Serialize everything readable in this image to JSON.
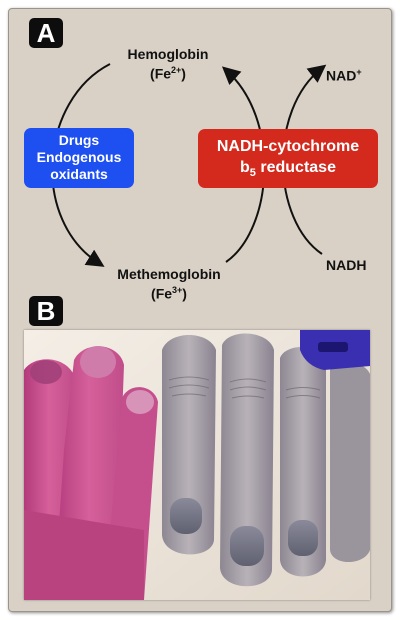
{
  "panel_a": {
    "label": "A",
    "hemoglobin_name": "Hemoglobin",
    "hemoglobin_ion": "(Fe",
    "hemoglobin_charge": "2+",
    "methemoglobin_name": "Methemoglobin",
    "methemoglobin_ion": "(Fe",
    "methemoglobin_charge": "3+",
    "nad_plus": "NAD",
    "nad_plus_sup": "+",
    "nadh": "NADH",
    "drugs_box": {
      "line1": "Drugs",
      "line2": "Endogenous",
      "line3": "oxidants",
      "color": "#1e4ff0"
    },
    "enzyme_box": {
      "line1": "NADH-cytochrome",
      "line2_pre": "b",
      "line2_sub": "5",
      "line2_post": " reductase",
      "color": "#d42a1e"
    }
  },
  "panel_b": {
    "label": "B"
  },
  "colors": {
    "background": "#d9d1c6",
    "label_bg": "#0d0d0d"
  }
}
